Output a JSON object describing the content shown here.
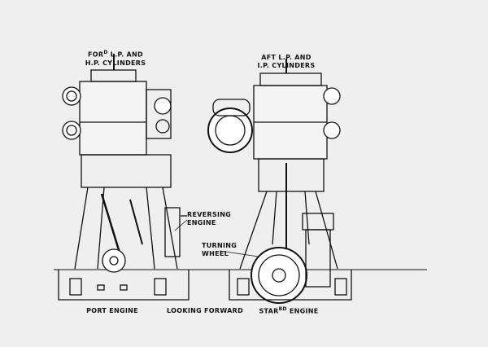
{
  "labels": {
    "fwd_cylinders_line1_a": "FOR",
    "fwd_cylinders_line1_sup": "D",
    "fwd_cylinders_line1_b": " L.P. AND",
    "fwd_cylinders_line2": "H.P. CYLINDERS",
    "aft_cylinders_line1": "AFT L.P. AND",
    "aft_cylinders_line2": "I.P. CYLINDERS",
    "reversing_line1": "REVERSING",
    "reversing_line2": "ENGINE",
    "turning_line1": "TURNING",
    "turning_line2": "WHEEL",
    "port_engine": "PORT ENGINE",
    "looking_forward": "LOOKING FORWARD",
    "starbd_a": "STAR",
    "starbd_sup": "BD",
    "starbd_b": " ENGINE"
  }
}
